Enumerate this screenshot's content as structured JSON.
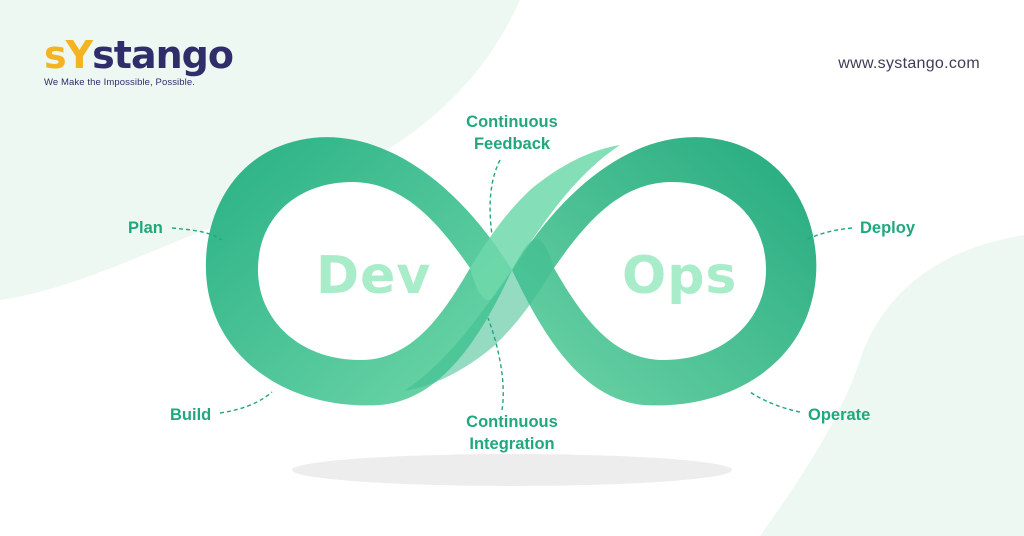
{
  "brand": {
    "name_first_letter": "s",
    "name_second_letter": "Y",
    "name_rest": "stango",
    "tagline": "We Make the Impossible, Possible.",
    "url": "www.systango.com",
    "colors": {
      "accent": "#f4b321",
      "navy": "#2f2d6a"
    }
  },
  "diagram": {
    "left_word": "Dev",
    "right_word": "Ops",
    "stages": {
      "plan": "Plan",
      "build": "Build",
      "continuous_feedback_line1": "Continuous",
      "continuous_feedback_line2": "Feedback",
      "continuous_integration_line1": "Continuous",
      "continuous_integration_line2": "Integration",
      "deploy": "Deploy",
      "operate": "Operate"
    },
    "colors": {
      "loop_light": "#6dd6a8",
      "loop_dark": "#27b084",
      "label": "#21a77d",
      "word": "#a9ecc9"
    }
  }
}
